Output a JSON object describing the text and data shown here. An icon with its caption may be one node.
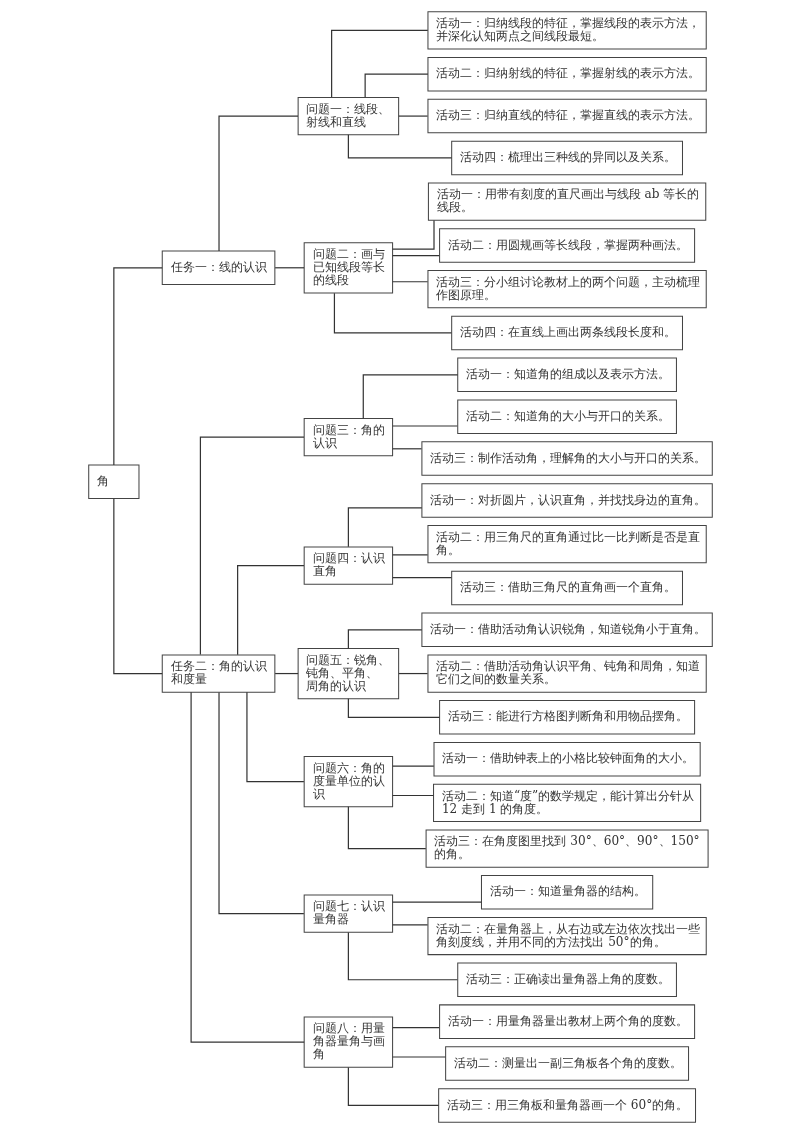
{
  "diagram": {
    "nodes": [
      {
        "text": [
          "角"
        ]
      },
      {
        "text": [
          "任务一：线的认识"
        ]
      },
      {
        "text": [
          "问题一：线段、射线和直线"
        ]
      },
      {
        "text": [
          "活动一：归纳线段的特征，掌握线段的表示方法，并深化认知两点之间线段最短。"
        ]
      },
      {
        "text": [
          "活动二：归纳射线的特征，掌握射线的表示方法。"
        ]
      },
      {
        "text": [
          "活动三：归纳直线的特征，掌握直线的表示方法。"
        ]
      },
      {
        "text": [
          "活动四：梳理出三种线的异同以及关系。"
        ]
      },
      {
        "text": [
          "问题二：画与已知线段等长的线段"
        ]
      },
      {
        "text": [
          "活动一：用带有刻度的直尺画出与线段 ab 等长的线段。"
        ]
      },
      {
        "text": [
          "活动二：用圆规画等长线段，掌握两种画法。"
        ]
      },
      {
        "text": [
          "活动三：分小组讨论教材上的两个问题，主动梳理作图原理。"
        ]
      },
      {
        "text": [
          "活动四：在直线上画出两条线段长度和。"
        ]
      },
      {
        "text": [
          "任务二：角的认识和度量"
        ]
      },
      {
        "text": [
          "问题三：角的认识"
        ]
      },
      {
        "text": [
          "活动一：知道角的组成以及表示方法。"
        ]
      },
      {
        "text": [
          "活动二：知道角的大小与开口的关系。"
        ]
      },
      {
        "text": [
          "活动三：制作活动角，理解角的大小与开口的关系。"
        ]
      },
      {
        "text": [
          "问题四：认识直角"
        ]
      },
      {
        "text": [
          "活动一：对折圆片，认识直角，并找找身边的直角。"
        ]
      },
      {
        "text": [
          "活动二：用三角尺的直角通过比一比判断是否是直角。"
        ]
      },
      {
        "text": [
          "活动三：借助三角尺的直角画一个直角。"
        ]
      },
      {
        "text": [
          "问题五：锐角、钝角、平角、周角的认识"
        ]
      },
      {
        "text": [
          "活动一：借助活动角认识锐角，知道锐角小于直角。"
        ]
      },
      {
        "text": [
          "活动二：借助活动角认识平角、钝角和周角，知道它们之间的数量关系。"
        ]
      },
      {
        "text": [
          "活动三：能进行方格图判断角和用物品摆角。"
        ]
      },
      {
        "text": [
          "问题六：角的度量单位的认识"
        ]
      },
      {
        "text": [
          "活动一：借助钟表上的小格比较钟面角的大小。"
        ]
      },
      {
        "text": [
          "活动二：知道“度”的数学规定，能计算出分针从 12 走到 1 的角度。"
        ]
      },
      {
        "text": [
          "活动三：在角度图里找到 30°、60°、90°、150°的角。"
        ]
      },
      {
        "text": [
          "问题七：认识量角器"
        ]
      },
      {
        "text": [
          "活动一：知道量角器的结构。"
        ]
      },
      {
        "text": [
          "活动二：在量角器上，从右边或左边依次找出一些角刻度线，并用不同的方法找出 50°的角。"
        ]
      },
      {
        "text": [
          "活动三：正确读出量角器上角的度数。"
        ]
      },
      {
        "text": [
          "问题八：用量角器量角与画角"
        ]
      },
      {
        "text": [
          "活动一：用量角器量出教材上两个角的度数。"
        ]
      },
      {
        "text": [
          "活动二：测量出一副三角板各个角的度数。"
        ]
      },
      {
        "text": [
          "活动三：用三角板和量角器画一个 60°的角。"
        ]
      }
    ],
    "edges": [
      {
        "from": 0,
        "to": 1,
        "arrow": "none"
      },
      {
        "from": 0,
        "to": 12,
        "arrow": "none"
      },
      {
        "from": 1,
        "to": 2,
        "arrow": "none"
      },
      {
        "from": 1,
        "to": 7,
        "arrow": "none"
      },
      {
        "from": 2,
        "to": 3,
        "arrow": "none"
      },
      {
        "from": 2,
        "to": 4,
        "arrow": "none"
      },
      {
        "from": 2,
        "to": 5,
        "arrow": "none"
      },
      {
        "from": 2,
        "to": 6,
        "arrow": "none"
      },
      {
        "from": 7,
        "to": 8,
        "arrow": "none"
      },
      {
        "from": 7,
        "to": 9,
        "arrow": "none"
      },
      {
        "from": 7,
        "to": 10,
        "arrow": "none"
      },
      {
        "from": 7,
        "to": 11,
        "arrow": "none"
      },
      {
        "from": 12,
        "to": 13,
        "arrow": "none"
      },
      {
        "from": 12,
        "to": 17,
        "arrow": "none"
      },
      {
        "from": 12,
        "to": 21,
        "arrow": "none"
      },
      {
        "from": 12,
        "to": 25,
        "arrow": "none"
      },
      {
        "from": 12,
        "to": 29,
        "arrow": "none"
      },
      {
        "from": 12,
        "to": 33,
        "arrow": "none"
      },
      {
        "from": 13,
        "to": 14,
        "arrow": "none"
      },
      {
        "from": 13,
        "to": 15,
        "arrow": "none"
      },
      {
        "from": 13,
        "to": 16,
        "arrow": "none"
      },
      {
        "from": 17,
        "to": 18,
        "arrow": "none"
      },
      {
        "from": 17,
        "to": 19,
        "arrow": "none"
      },
      {
        "from": 17,
        "to": 20,
        "arrow": "none"
      },
      {
        "from": 21,
        "to": 22,
        "arrow": "none"
      },
      {
        "from": 21,
        "to": 23,
        "arrow": "none"
      },
      {
        "from": 21,
        "to": 24,
        "arrow": "none"
      },
      {
        "from": 25,
        "to": 26,
        "arrow": "none"
      },
      {
        "from": 25,
        "to": 27,
        "arrow": "none"
      },
      {
        "from": 25,
        "to": 28,
        "arrow": "none"
      },
      {
        "from": 29,
        "to": 30,
        "arrow": "none"
      },
      {
        "from": 29,
        "to": 31,
        "arrow": "none"
      },
      {
        "from": 29,
        "to": 32,
        "arrow": "none"
      },
      {
        "from": 33,
        "to": 34,
        "arrow": "none"
      },
      {
        "from": 33,
        "to": 35,
        "arrow": "none"
      },
      {
        "from": 33,
        "to": 36,
        "arrow": "none"
      }
    ]
  }
}
